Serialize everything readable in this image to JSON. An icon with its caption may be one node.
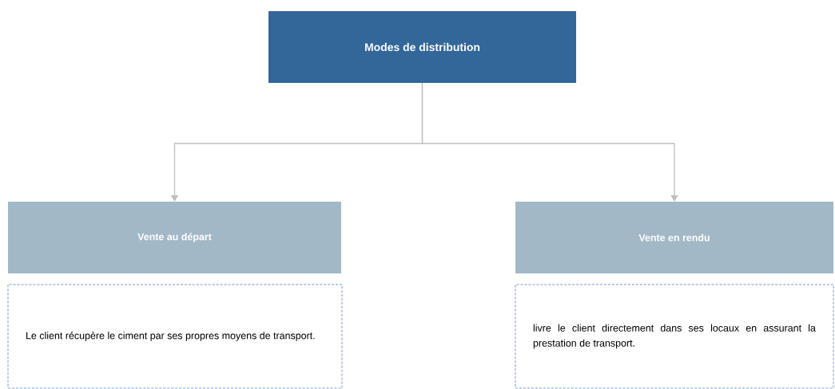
{
  "diagram": {
    "nodes": [
      {
        "text": [
          "Modes de distribution"
        ]
      },
      {
        "text": [
          "Vente au départ"
        ]
      },
      {
        "text": [
          "Vente en rendu"
        ]
      },
      {
        "text": [
          "Le client récupère le ciment par ses propres moyens de transport."
        ]
      },
      {
        "text": [
          "livre le client directement dans ses locaux en assurant la prestation de transport."
        ]
      }
    ],
    "edges": [
      {
        "from": 0,
        "to": 1,
        "arrow": "to"
      },
      {
        "from": 0,
        "to": 2,
        "arrow": "to"
      }
    ]
  }
}
